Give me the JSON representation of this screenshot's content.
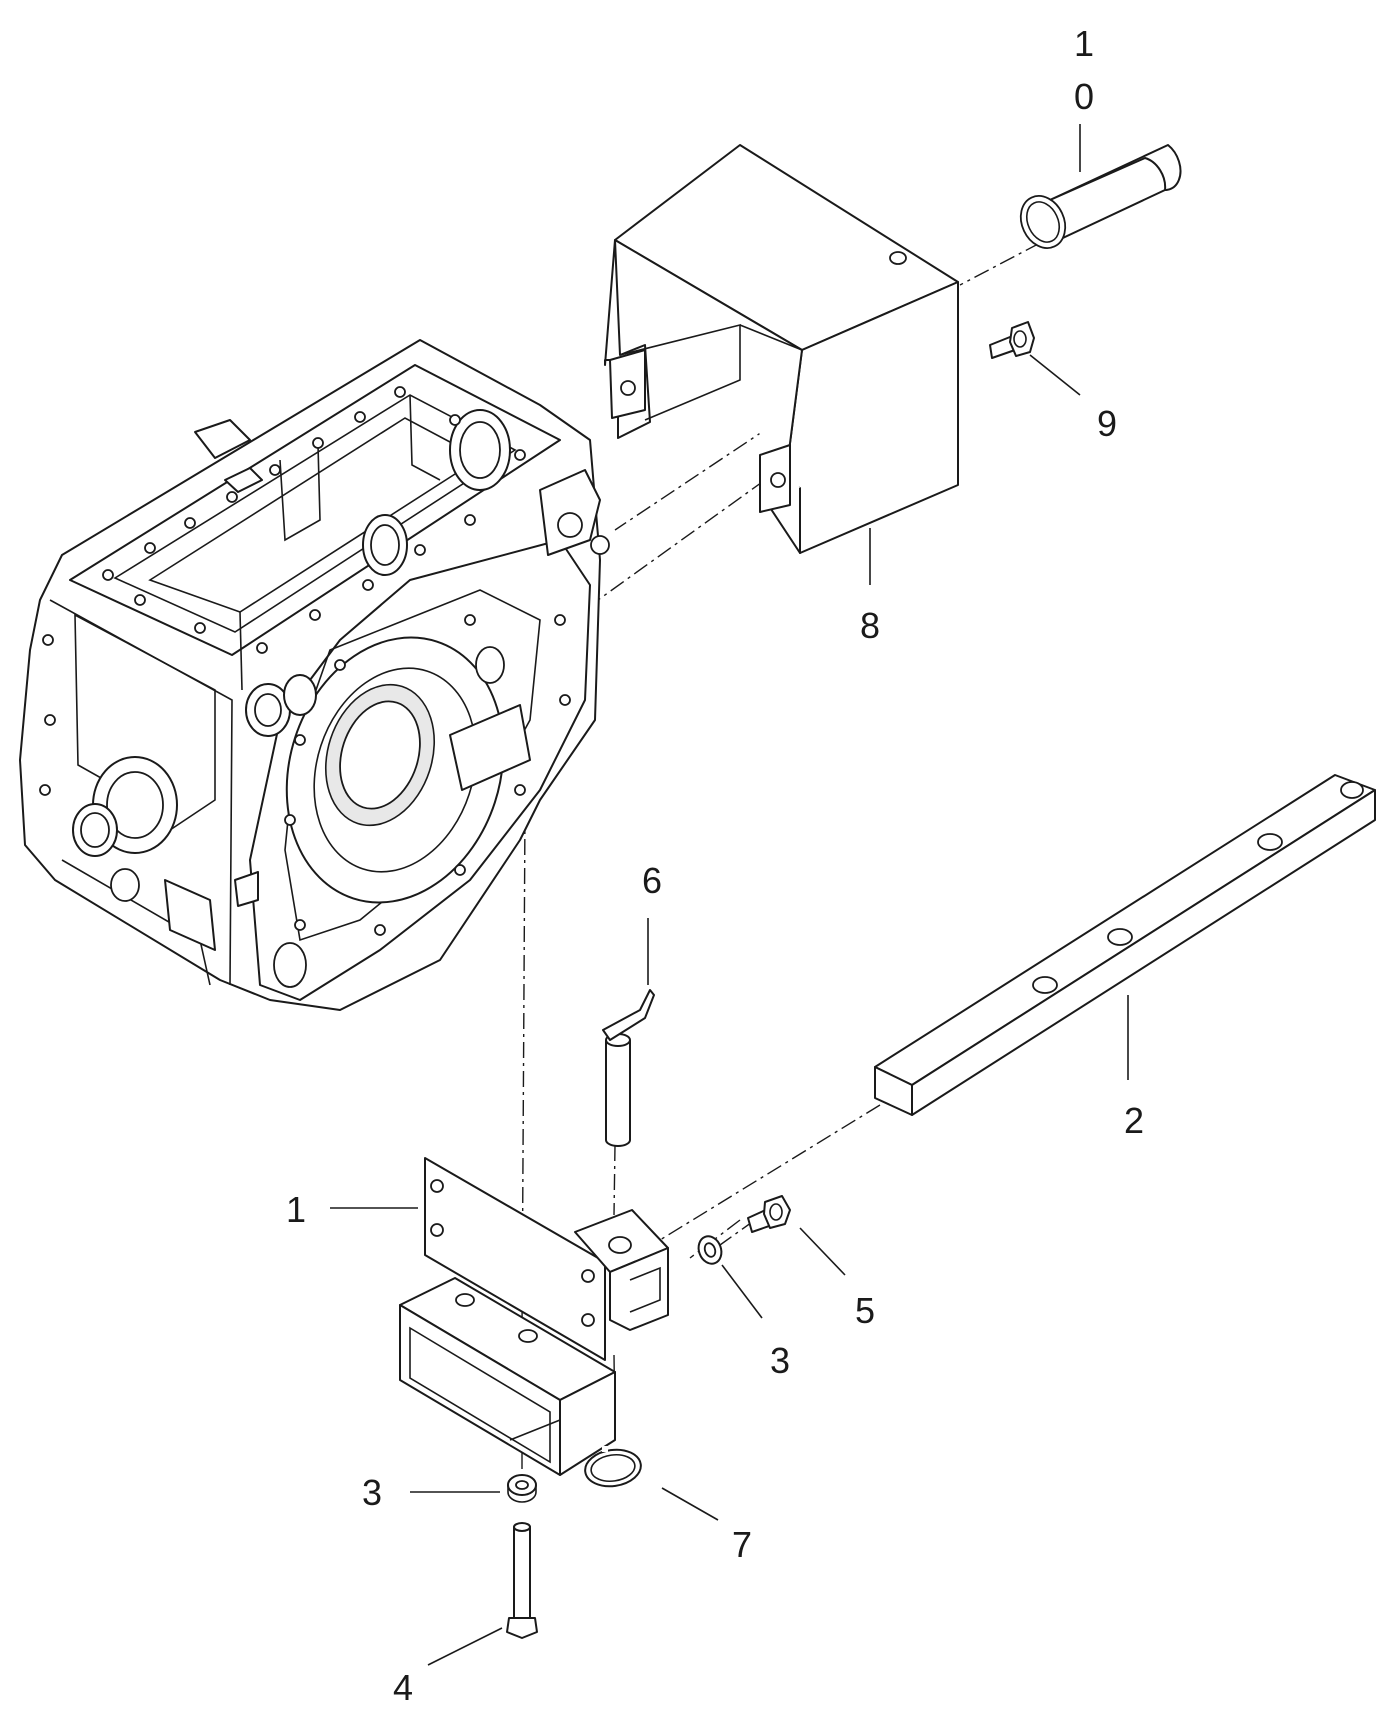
{
  "callouts": {
    "c10_top": "1",
    "c10_bottom": "0",
    "c9": "9",
    "c8": "8",
    "c6": "6",
    "c2": "2",
    "c1": "1",
    "c5": "5",
    "c3_right": "3",
    "c3_left": "3",
    "c7": "7",
    "c4": "4"
  },
  "colors": {
    "line": "#1a1a1a",
    "background": "#ffffff"
  }
}
